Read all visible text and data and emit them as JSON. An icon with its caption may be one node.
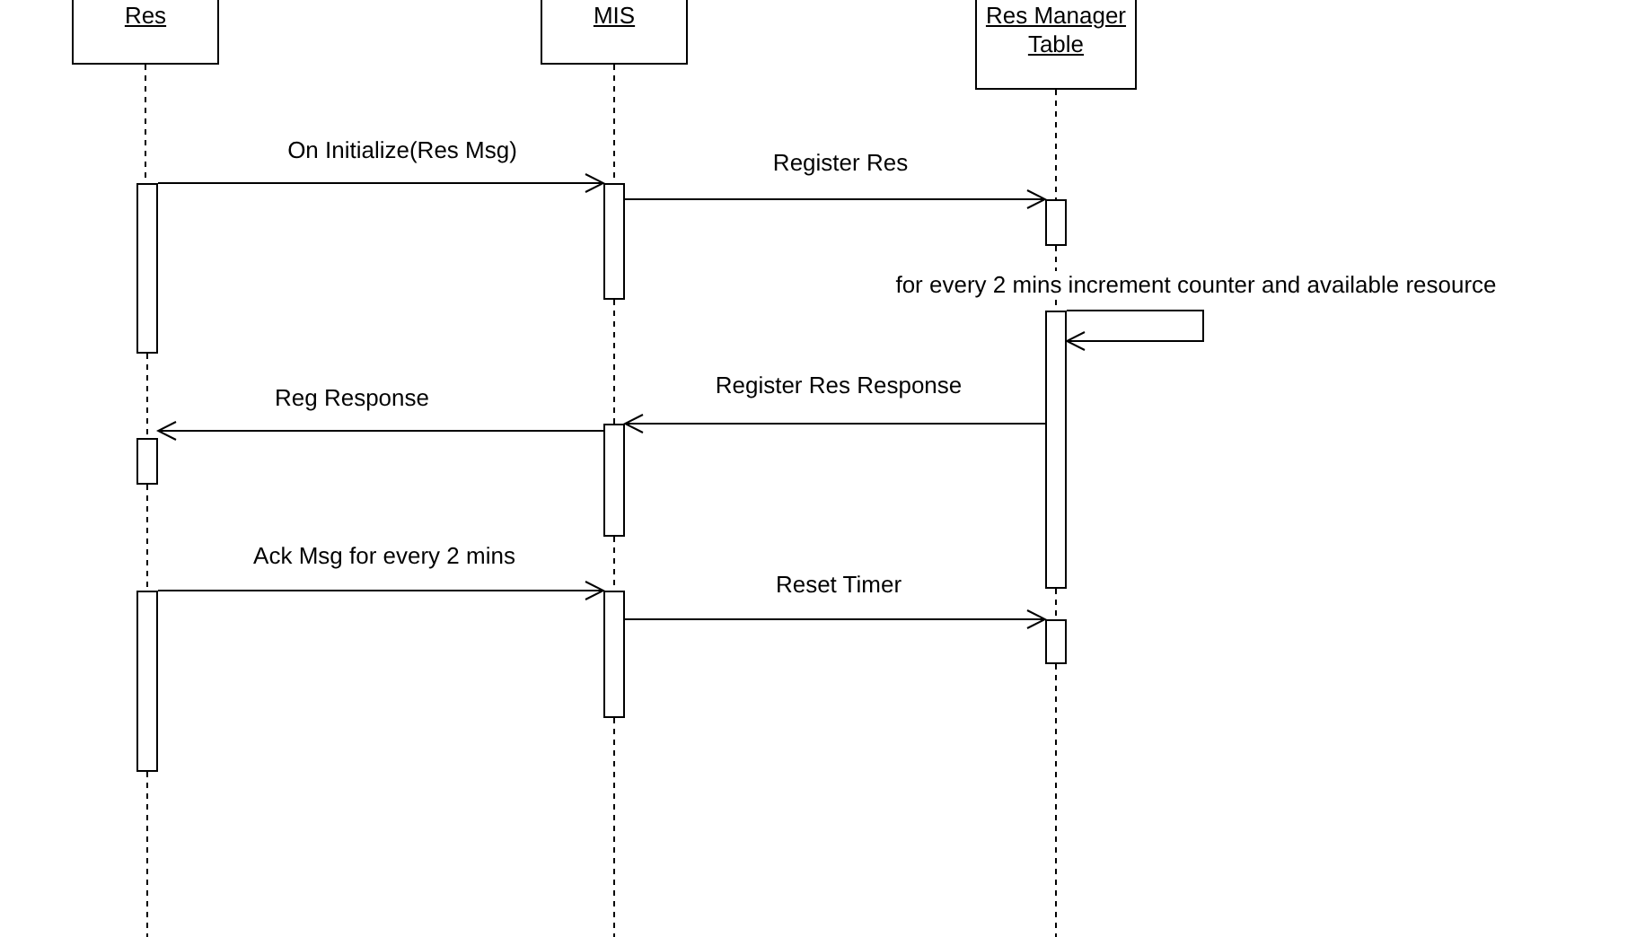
{
  "diagram": {
    "nodes": [
      {
        "text": [
          "Res"
        ]
      },
      {
        "text": [
          "MIS"
        ]
      },
      {
        "text": [
          "Res Manager Table"
        ]
      },
      {
        "text": [],
        "shape": "bar"
      },
      {
        "text": [],
        "shape": "bar"
      },
      {
        "text": [],
        "shape": "bar"
      },
      {
        "text": [],
        "shape": "bar"
      },
      {
        "text": [],
        "shape": "bar"
      },
      {
        "text": [],
        "shape": "bar"
      },
      {
        "text": [],
        "shape": "bar"
      },
      {
        "text": [],
        "shape": "bar"
      },
      {
        "text": [],
        "shape": "bar"
      }
    ],
    "edges": [
      {
        "from": 3,
        "to": 4,
        "arrow": "to",
        "label": "On Initialize(Res Msg)"
      },
      {
        "from": 4,
        "to": 5,
        "arrow": "to",
        "label": "Register Res"
      },
      {
        "from": 6,
        "to": 6,
        "arrow": "to",
        "label": "for every 2 mins increment counter and available resource"
      },
      {
        "from": 6,
        "to": 7,
        "arrow": "to",
        "label": "Register Res Response"
      },
      {
        "from": 7,
        "to": 8,
        "arrow": "to",
        "label": "Reg Response"
      },
      {
        "from": 9,
        "to": 10,
        "arrow": "to",
        "label": "Ack Msg for every 2 mins"
      },
      {
        "from": 10,
        "to": 11,
        "arrow": "to",
        "label": "Reset Timer"
      },
      {
        "from": 0,
        "to": 3,
        "arrow": "none",
        "style": "dashed"
      },
      {
        "from": 3,
        "to": 8,
        "arrow": "none",
        "style": "dashed"
      },
      {
        "from": 8,
        "to": 9,
        "arrow": "none",
        "style": "dashed"
      },
      {
        "from": 9,
        "to": null,
        "arrow": "none",
        "style": "dashed"
      },
      {
        "from": 1,
        "to": 4,
        "arrow": "none",
        "style": "dashed"
      },
      {
        "from": 4,
        "to": 7,
        "arrow": "none",
        "style": "dashed"
      },
      {
        "from": 7,
        "to": 10,
        "arrow": "none",
        "style": "dashed"
      },
      {
        "from": 10,
        "to": null,
        "arrow": "none",
        "style": "dashed"
      },
      {
        "from": 2,
        "to": 5,
        "arrow": "none",
        "style": "dashed"
      },
      {
        "from": 5,
        "to": 6,
        "arrow": "none",
        "style": "dashed"
      },
      {
        "from": 6,
        "to": 11,
        "arrow": "none",
        "style": "dashed"
      },
      {
        "from": 11,
        "to": null,
        "arrow": "none",
        "style": "dashed"
      }
    ]
  }
}
